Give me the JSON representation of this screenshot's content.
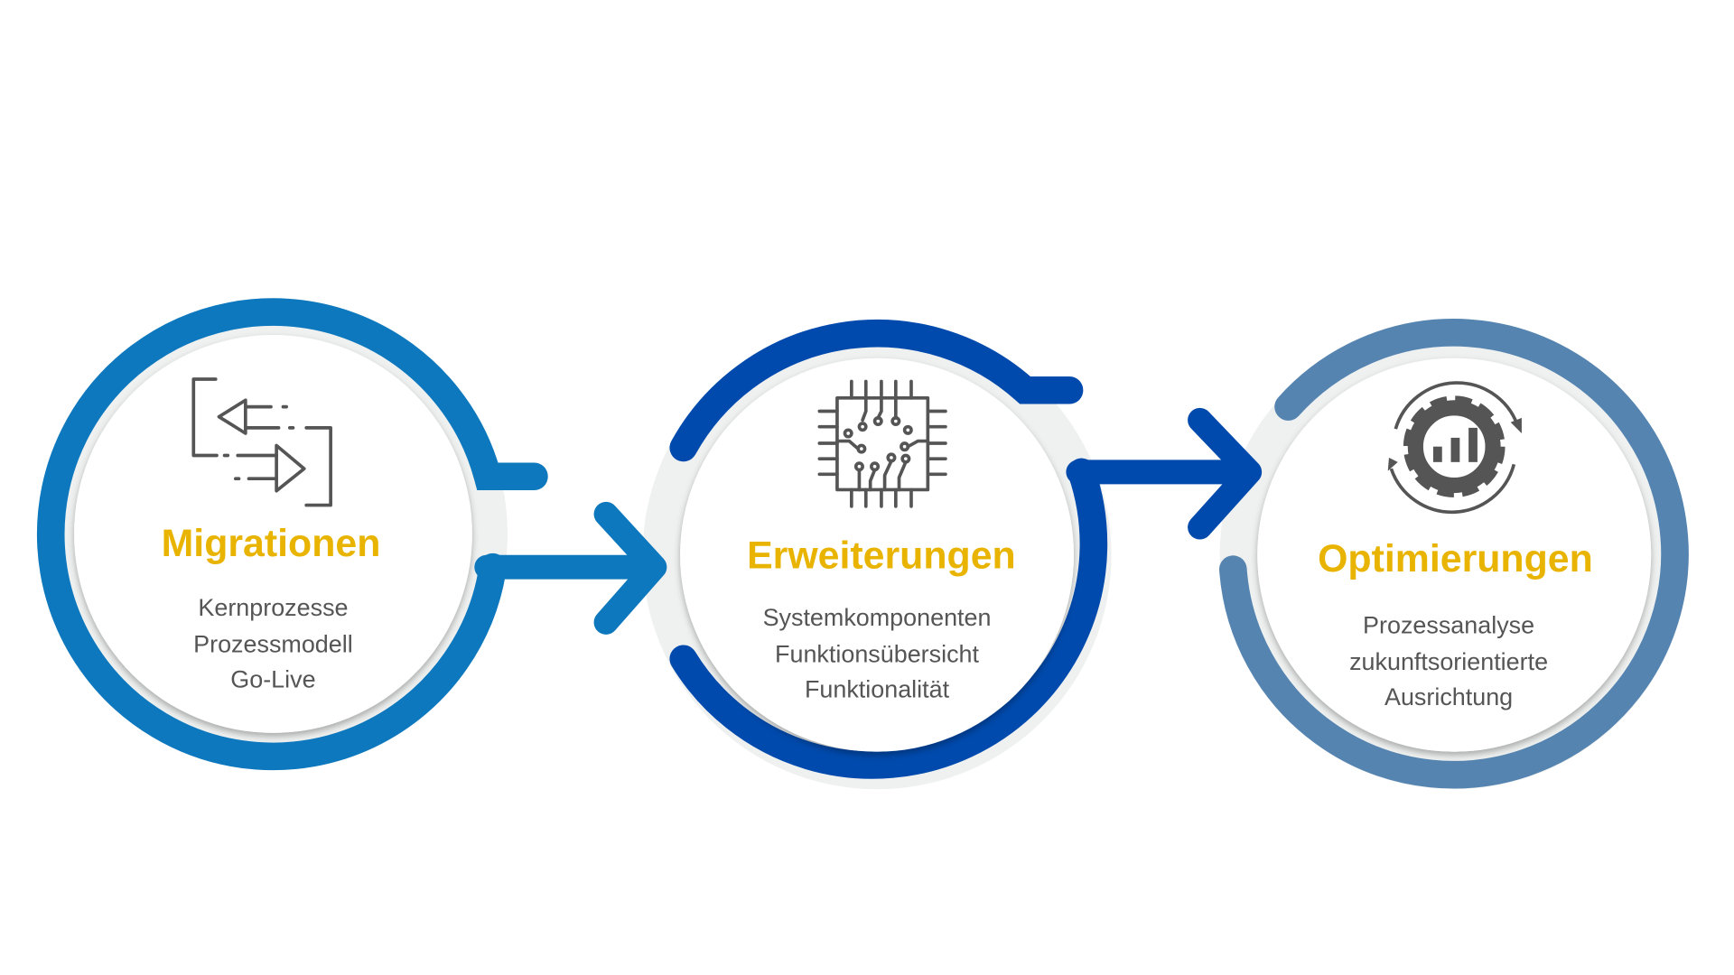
{
  "colors": {
    "step1": "#0d78be",
    "step2": "#004aad",
    "step3": "#5584b0",
    "title": "#e9b400",
    "text": "#555555",
    "track": "#eff1f1"
  },
  "steps": [
    {
      "title": "Migrationen",
      "icon": "migration-arrows-icon",
      "lines": [
        "Kernprozesse",
        "Prozessmodell",
        "Go-Live"
      ]
    },
    {
      "title": "Erweiterungen",
      "icon": "chip-icon",
      "lines": [
        "Systemkomponenten",
        "Funktionsübersicht",
        "Funktionalität"
      ]
    },
    {
      "title": "Optimierungen",
      "icon": "gear-chart-icon",
      "lines": [
        "Prozessanalyse",
        "zukunftsorientierte",
        "Ausrichtung"
      ]
    }
  ]
}
